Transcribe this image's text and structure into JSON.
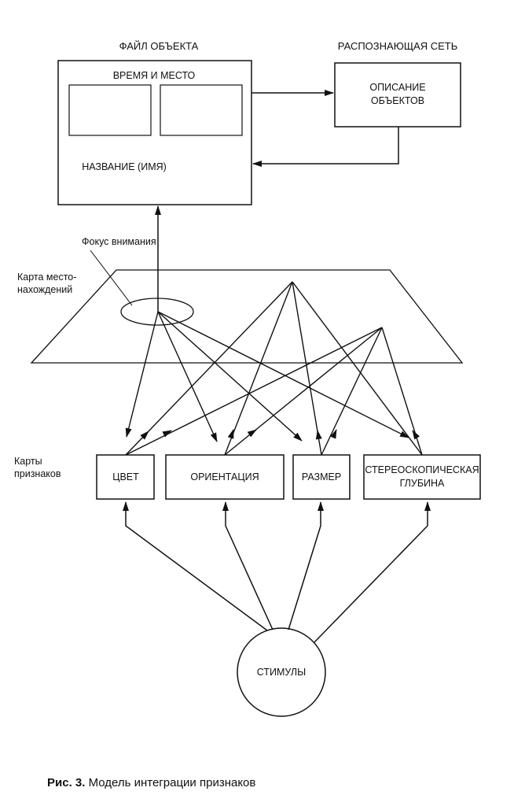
{
  "object_file": {
    "title": "ФАЙЛ ОБЪЕКТА",
    "time_place": "ВРЕМЯ И МЕСТО",
    "name": "НАЗВАНИЕ (ИМЯ)"
  },
  "recognition_network": {
    "title": "РАСПОЗНАЮЩАЯ СЕТЬ",
    "line1": "ОПИСАНИЕ",
    "line2": "ОБЪЕКТОВ"
  },
  "attention_focus": "Фокус внимания",
  "location_map": {
    "line1": "Карта место-",
    "line2": "нахождений"
  },
  "feature_maps": {
    "label_line1": "Карты",
    "label_line2": "признаков",
    "color": "ЦВЕТ",
    "orientation": "ОРИЕНТАЦИЯ",
    "size": "РАЗМЕР",
    "depth_line1": "СТЕРЕОСКОПИЧЕСКАЯ",
    "depth_line2": "ГЛУБИНА"
  },
  "stimuli": "СТИМУЛЫ",
  "caption": {
    "prefix": "Рис. 3.",
    "text": " Модель интеграции признаков"
  }
}
